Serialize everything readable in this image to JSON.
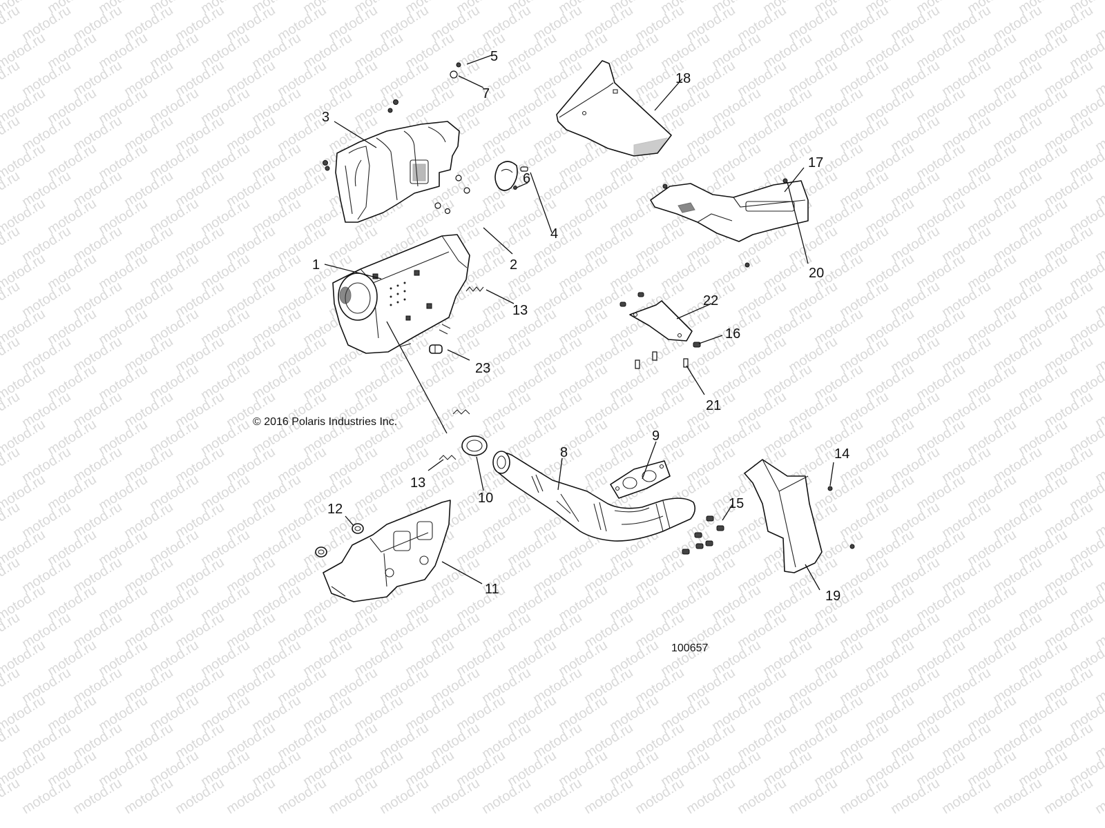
{
  "diagram": {
    "copyright": "© 2016 Polaris Industries Inc.",
    "document_number": "100657",
    "watermark_text": "motod.ru",
    "callouts": {
      "c1": "1",
      "c2": "2",
      "c3": "3",
      "c4": "4",
      "c5": "5",
      "c6": "6",
      "c7": "7",
      "c8": "8",
      "c9": "9",
      "c10": "10",
      "c11": "11",
      "c12": "12",
      "c13a": "13",
      "c13b": "13",
      "c14": "14",
      "c15": "15",
      "c16": "16",
      "c17": "17",
      "c18": "18",
      "c19": "19",
      "c20": "20",
      "c21": "21",
      "c22": "22",
      "c23": "23"
    }
  }
}
